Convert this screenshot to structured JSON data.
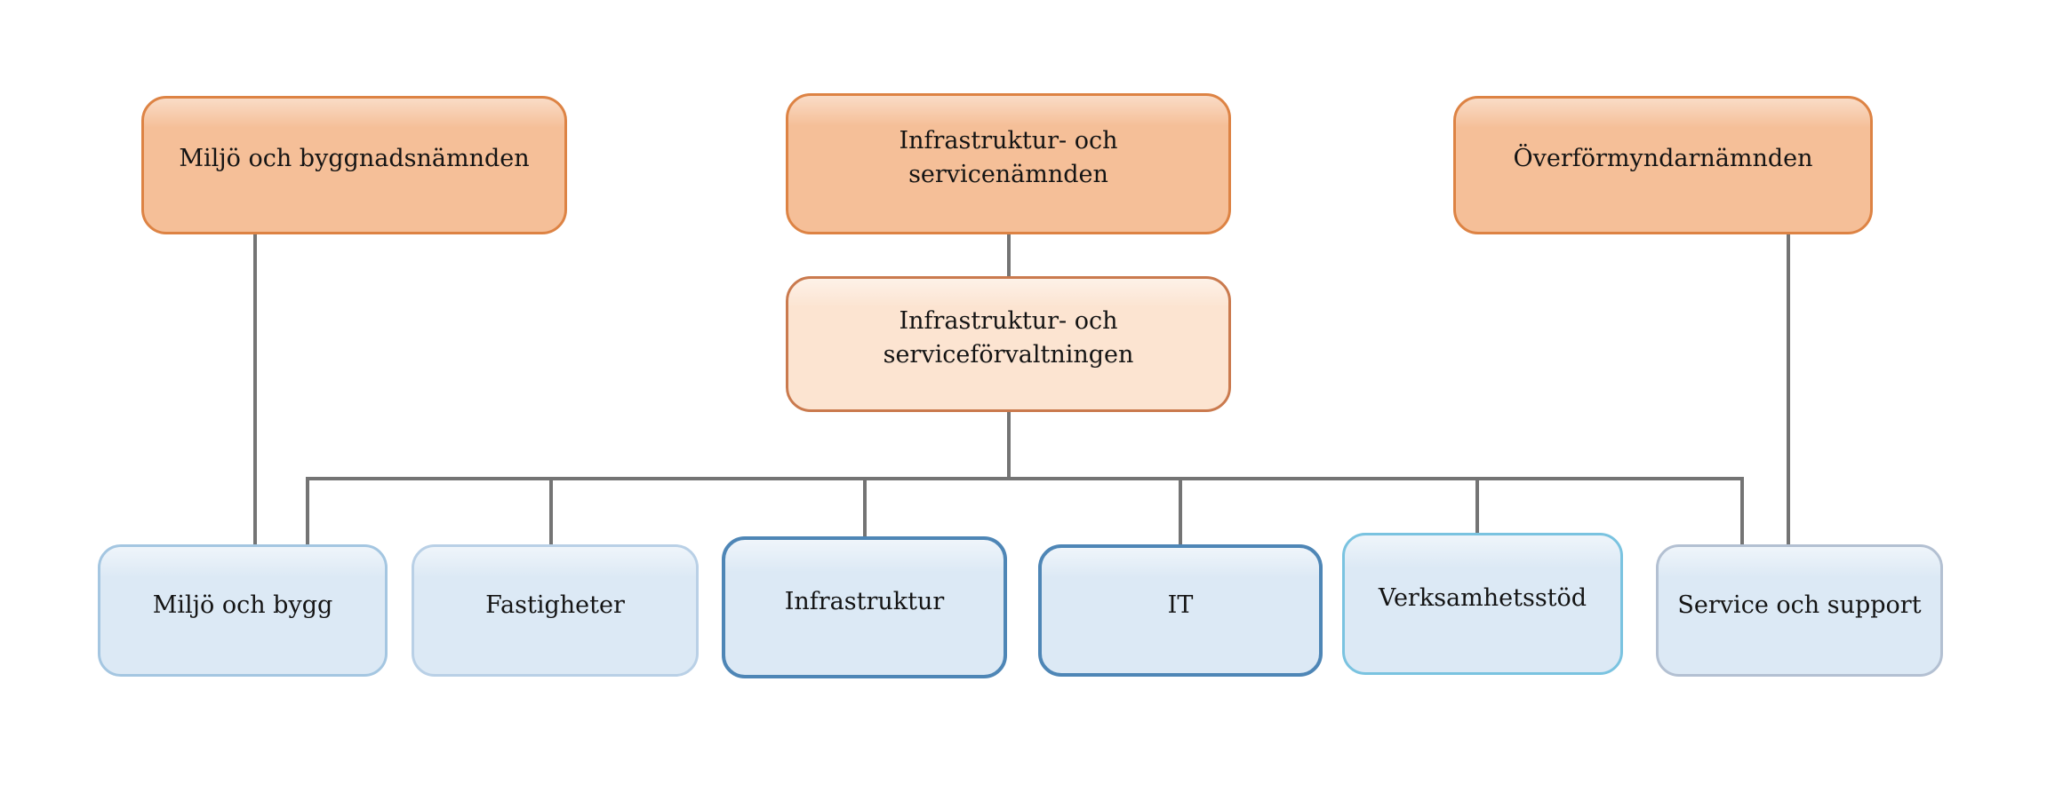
{
  "colors": {
    "background": "#FFFFFF",
    "text-color": "#141414",
    "orange-fill": "#F5BF98",
    "orange-border": "#DD8344",
    "peach-fill": "#FCE4D1",
    "peach-border": "#CA7A4E",
    "blue-fill": "#DCE9F5",
    "blue-border-light": "#A4C6E1",
    "blue-border-soft": "#B9D0E6",
    "blue-border-dark": "#4E86B6",
    "blue-border-cyan": "#7AC3E0",
    "blue-border-gray": "#B3C0D2",
    "line-color": "#747474"
  },
  "org_chart": {
    "top_row": [
      {
        "label": "Miljö och byggnadsnämnden"
      },
      {
        "label": "Infrastruktur- och servicenämnden"
      },
      {
        "label": "Överförmyndarnämnden"
      }
    ],
    "middle_row": [
      {
        "label": "Infrastruktur- och serviceförvaltningen"
      }
    ],
    "bottom_row": [
      {
        "label": "Miljö och bygg"
      },
      {
        "label": "Fastigheter"
      },
      {
        "label": "Infrastruktur"
      },
      {
        "label": "IT"
      },
      {
        "label": "Verksamhetsstöd"
      },
      {
        "label": "Service och support"
      }
    ]
  }
}
